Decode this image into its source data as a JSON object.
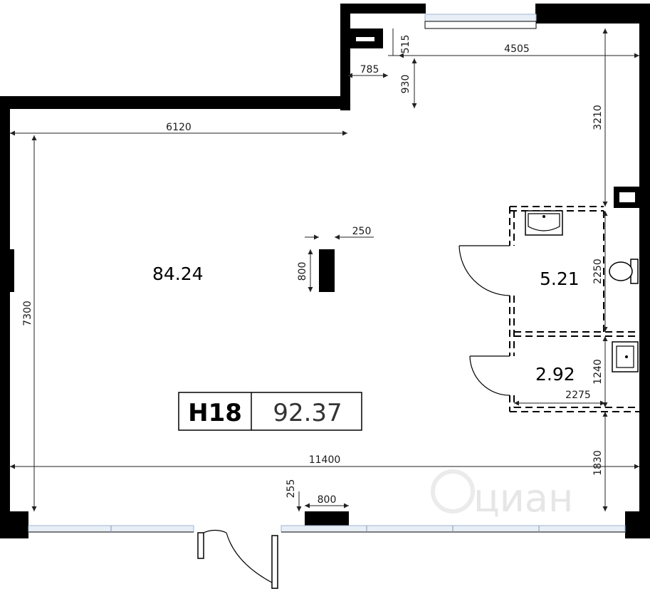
{
  "unit": {
    "code": "H18",
    "total_area": "92.37"
  },
  "rooms": [
    {
      "id": "main",
      "area": "84.24"
    },
    {
      "id": "bath-large",
      "area": "5.21"
    },
    {
      "id": "bath-small",
      "area": "2.92"
    }
  ],
  "dimensions": {
    "d515": "515",
    "d4505": "4505",
    "d785": "785",
    "d930": "930",
    "d3210": "3210",
    "d6120": "6120",
    "d250": "250",
    "d800_col": "800",
    "d7300": "7300",
    "d2250": "2250",
    "d1240": "1240",
    "d2275": "2275",
    "d1830": "1830",
    "d11400": "11400",
    "d255": "255",
    "d800_door": "800"
  },
  "watermark": "циан",
  "colors": {
    "wall": "#000000",
    "window": "#9fb6d4",
    "dimension": "#222222"
  },
  "icons": [
    "sink-icon",
    "toilet-icon",
    "door-swing-icon",
    "window-icon",
    "arrow-icon"
  ]
}
